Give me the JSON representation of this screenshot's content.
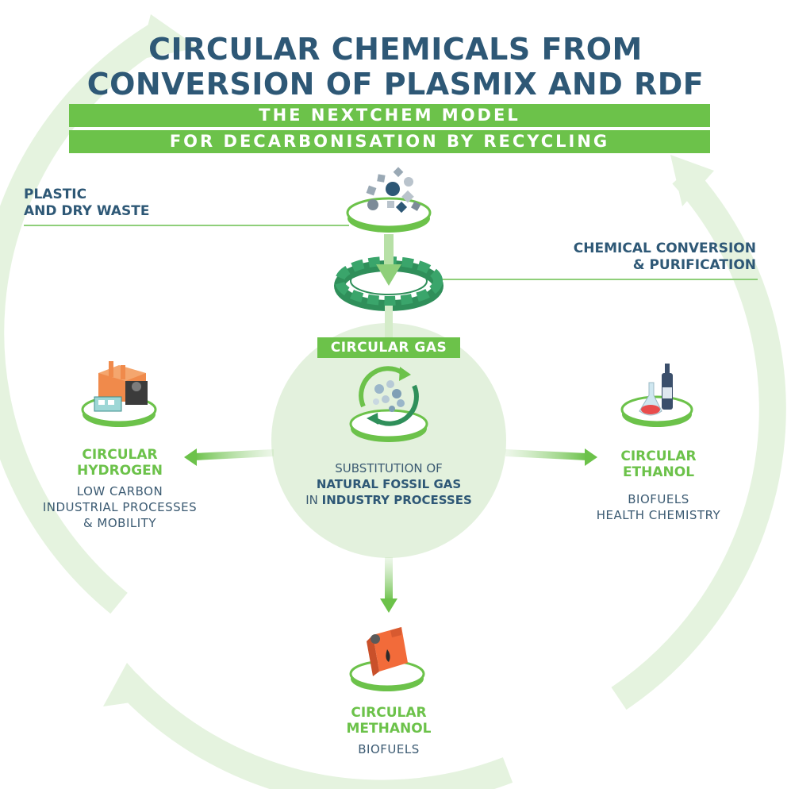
{
  "title": {
    "line1": "CIRCULAR CHEMICALS FROM",
    "line2": "CONVERSION OF PLASMIX AND RDF"
  },
  "banners": {
    "top": "THE NEXTCHEM MODEL",
    "bottom": "FOR DECARBONISATION BY RECYCLING"
  },
  "input": {
    "label_line1": "PLASTIC",
    "label_line2": "AND DRY WASTE",
    "icon": "waste-pieces-icon"
  },
  "process": {
    "label_line1": "CHEMICAL CONVERSION",
    "label_line2": "& PURIFICATION",
    "icon": "gear-icon"
  },
  "center": {
    "badge": "CIRCULAR GAS",
    "desc_line1": "SUBSTITUTION OF",
    "desc_line2": "NATURAL FOSSIL GAS",
    "desc_line3_pre": "IN ",
    "desc_line3_bold": "INDUSTRY PROCESSES",
    "icon": "recycle-gas-icon"
  },
  "outputs": {
    "hydrogen": {
      "title_line1": "CIRCULAR",
      "title_line2": "HYDROGEN",
      "desc_line1": "LOW CARBON",
      "desc_line2": "INDUSTRIAL PROCESSES",
      "desc_line3": "& MOBILITY",
      "icon": "factory-bus-icon"
    },
    "ethanol": {
      "title_line1": "CIRCULAR",
      "title_line2": "ETHANOL",
      "desc_line1": "BIOFUELS",
      "desc_line2": "HEALTH CHEMISTRY",
      "icon": "bottle-flask-icon"
    },
    "methanol": {
      "title_line1": "CIRCULAR",
      "title_line2": "METHANOL",
      "desc_line1": "BIOFUELS",
      "icon": "fuel-can-icon"
    }
  },
  "colors": {
    "dark_blue": "#2e5876",
    "green": "#6cc24a",
    "pale_green": "#e3f1dd",
    "fuel_orange": "#f26b3a"
  }
}
